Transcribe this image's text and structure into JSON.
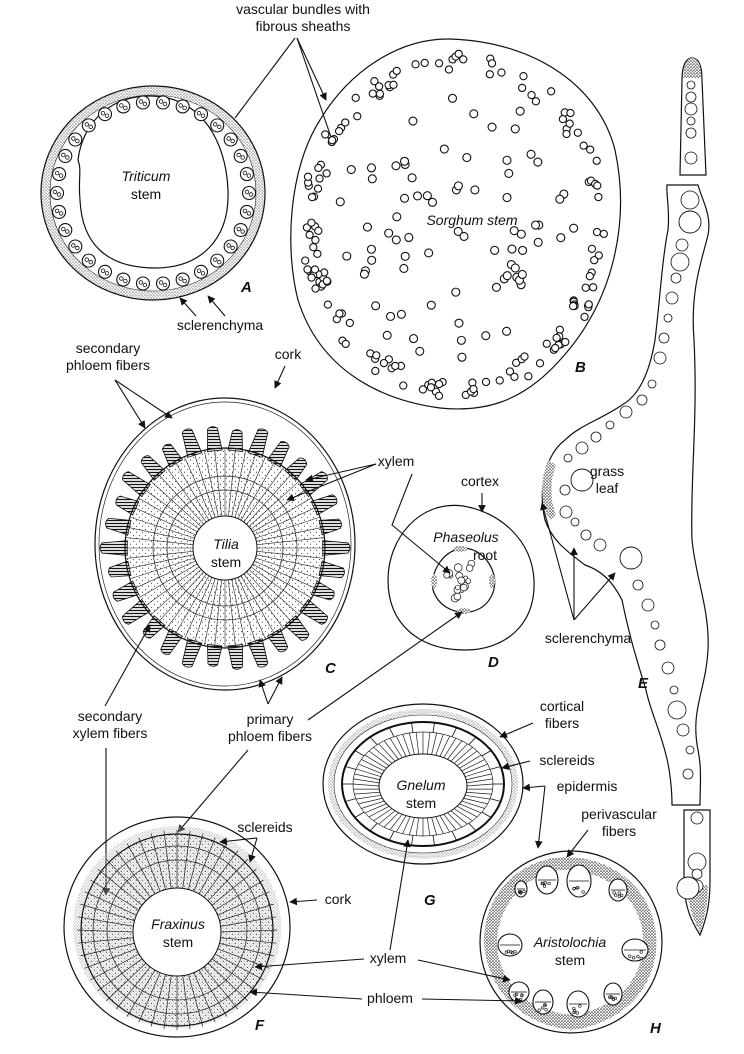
{
  "figure": {
    "panels": [
      {
        "id": "A",
        "letter": "A",
        "title_italic": "Triticum",
        "title_plain": "stem"
      },
      {
        "id": "B",
        "letter": "B",
        "title_italic": "Sorghum stem",
        "title_plain": ""
      },
      {
        "id": "C",
        "letter": "C",
        "title_italic": "Tilia",
        "title_plain": "stem"
      },
      {
        "id": "D",
        "letter": "D",
        "title_italic": "Phaseolus",
        "title_plain": "root"
      },
      {
        "id": "E",
        "letter": "E",
        "title_italic": "",
        "title_plain": "grass leaf",
        "title_line1": "grass",
        "title_line2": "leaf"
      },
      {
        "id": "F",
        "letter": "F",
        "title_italic": "Fraxinus",
        "title_plain": "stem"
      },
      {
        "id": "G",
        "letter": "G",
        "title_italic": "Gnelum",
        "title_plain": "stem"
      },
      {
        "id": "H",
        "letter": "H",
        "title_italic": "Aristolochia",
        "title_plain": "stem"
      }
    ],
    "labels": {
      "vascular_bundles_line1": "vascular bundles with",
      "vascular_bundles_line2": "fibrous sheaths",
      "sclerenchyma_a": "sclerenchyma",
      "secondary_phloem_line1": "secondary",
      "secondary_phloem_line2": "phloem fibers",
      "cork_c": "cork",
      "xylem_c": "xylem",
      "cortex": "cortex",
      "sclerenchyma_e": "sclerenchyma",
      "secondary_xylem_line1": "secondary",
      "secondary_xylem_line2": "xylem fibers",
      "primary_phloem_line1": "primary",
      "primary_phloem_line2": "phloem fibers",
      "cortical_line1": "cortical",
      "cortical_line2": "fibers",
      "sclereids_g": "sclereids",
      "epidermis": "epidermis",
      "perivascular_line1": "perivascular",
      "perivascular_line2": "fibers",
      "sclereids_f": "sclereids",
      "cork_f": "cork",
      "xylem_bottom": "xylem",
      "phloem_bottom": "phloem"
    }
  }
}
